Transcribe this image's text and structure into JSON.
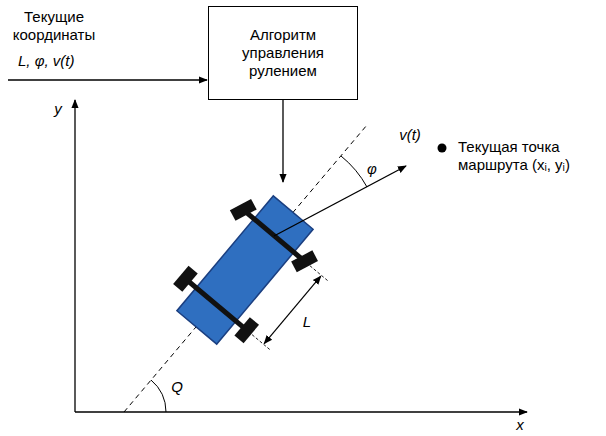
{
  "diagram": {
    "nodes": [
      {
        "text": [
          "Алгоритм управления рулением"
        ]
      }
    ],
    "labels": [
      "Текущие координаты",
      "L, φ, v(t)",
      "y",
      "x",
      "v(t)",
      "φ",
      "Текущая точка маршрута (xᵢ, yᵢ)",
      "L",
      "Q"
    ]
  }
}
